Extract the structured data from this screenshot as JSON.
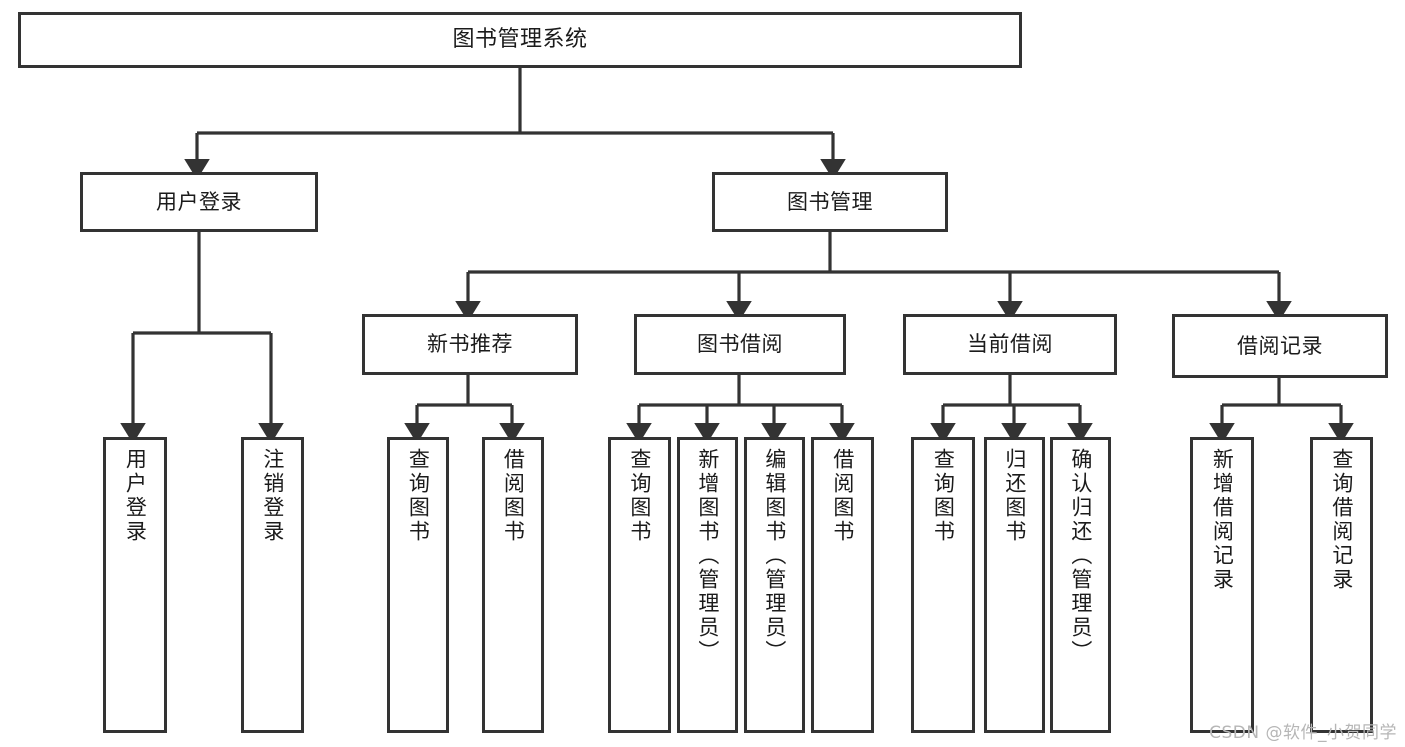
{
  "diagram": {
    "title": "图书管理系统",
    "type": "tree",
    "watermark": "CSDN @软件_小贺同学",
    "colors": {
      "background": "#ffffff",
      "box_border": "#333333",
      "box_fill": "#ffffff",
      "connector": "#333333",
      "text": "#1b1b1b",
      "watermark": "#b6b6b6"
    },
    "root": {
      "id": "root",
      "label": "图书管理系统"
    },
    "level2": [
      {
        "id": "user-login",
        "label": "用户登录"
      },
      {
        "id": "book-manage",
        "label": "图书管理"
      }
    ],
    "level3": [
      {
        "id": "new-book-rec",
        "label": "新书推荐"
      },
      {
        "id": "book-borrow",
        "label": "图书借阅"
      },
      {
        "id": "current-borrow",
        "label": "当前借阅"
      },
      {
        "id": "borrow-record",
        "label": "借阅记录"
      }
    ],
    "leaves": [
      {
        "id": "leaf-user-login",
        "parent": "user-login",
        "label": "用户登录"
      },
      {
        "id": "leaf-logout",
        "parent": "user-login",
        "label": "注销登录"
      },
      {
        "id": "leaf-query-book-1",
        "parent": "new-book-rec",
        "label": "查询图书"
      },
      {
        "id": "leaf-borrow-book-1",
        "parent": "new-book-rec",
        "label": "借阅图书"
      },
      {
        "id": "leaf-query-book-2",
        "parent": "book-borrow",
        "label": "查询图书"
      },
      {
        "id": "leaf-add-book",
        "parent": "book-borrow",
        "label": "新增图书（管理员）"
      },
      {
        "id": "leaf-edit-book",
        "parent": "book-borrow",
        "label": "编辑图书（管理员）"
      },
      {
        "id": "leaf-borrow-book-2",
        "parent": "book-borrow",
        "label": "借阅图书"
      },
      {
        "id": "leaf-query-book-3",
        "parent": "current-borrow",
        "label": "查询图书"
      },
      {
        "id": "leaf-return-book",
        "parent": "current-borrow",
        "label": "归还图书"
      },
      {
        "id": "leaf-confirm-return",
        "parent": "current-borrow",
        "label": "确认归还（管理员）"
      },
      {
        "id": "leaf-add-record",
        "parent": "borrow-record",
        "label": "新增借阅记录"
      },
      {
        "id": "leaf-query-record",
        "parent": "borrow-record",
        "label": "查询借阅记录"
      }
    ]
  }
}
